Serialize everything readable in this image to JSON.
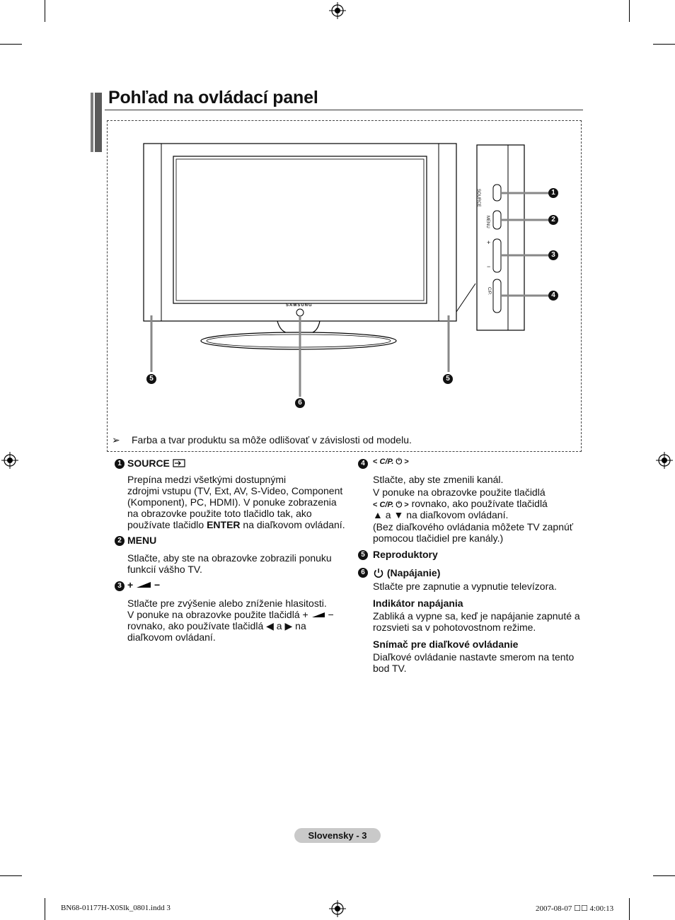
{
  "title": "Pohľad na ovládací panel",
  "tv": {
    "brand": "SAMSUNG",
    "side_labels": [
      "SOURCE",
      "MENU",
      "+",
      "−",
      "C/P."
    ],
    "callouts": [
      "1",
      "2",
      "3",
      "4",
      "5",
      "5",
      "6"
    ]
  },
  "note": "Farba a tvar produktu sa môže odlišovať v závislosti od modelu.",
  "items": {
    "source": {
      "num": "1",
      "heading": "SOURCE",
      "body": [
        "Prepína medzi všetkými dostupnými",
        "zdrojmi vstupu (TV, Ext, AV, S-Video, Component",
        "(Komponent), PC, HDMI). V ponuke zobrazenia",
        "na obrazovke použite toto tlačidlo tak, ako"
      ],
      "body_last_pre": "používate tlačidlo ",
      "body_last_bold": "ENTER",
      "body_last_post": " na diaľkovom ovládaní."
    },
    "menu": {
      "num": "2",
      "heading": "MENU",
      "body": [
        "Stlačte, aby ste na obrazovke zobrazili ponuku",
        "funkcií vášho TV."
      ]
    },
    "volume": {
      "num": "3",
      "heading_plus": "+",
      "heading_minus": "−",
      "body": [
        "Stlačte pre zvýšenie alebo zníženie hlasitosti.",
        "V ponuke na obrazovke použite tlačidlá +",
        "−",
        "rovnako, ako používate tlačidlá",
        "a",
        "na",
        "diaľkovom ovládaní."
      ]
    },
    "channel": {
      "num": "4",
      "heading": "C/P.",
      "body": [
        "Stlačte, aby ste zmenili kanál.",
        "V ponuke na obrazovke použite tlačidlá",
        "rovnako, ako používate tlačidlá",
        "a",
        "na diaľkovom ovládaní.",
        "(Bez diaľkového ovládania môžete TV zapnúť",
        "pomocou tlačidiel pre kanály.)"
      ]
    },
    "speakers": {
      "num": "5",
      "heading": "Reproduktory"
    },
    "power": {
      "num": "6",
      "heading": "(Napájanie)",
      "body": "Stlačte pre zapnutie a vypnutie televízora.",
      "indicator_title": "Indikátor napájania",
      "indicator_body": [
        "Zabliká a vypne sa, keď je napájanie zapnuté a",
        "rozsvieti sa v pohotovostnom režime."
      ],
      "sensor_title": "Snímač pre diaľkové ovládanie",
      "sensor_body": [
        "Diaľkové ovládanie nastavte smerom na tento",
        "bod TV."
      ]
    }
  },
  "footer": "Slovensky - 3",
  "slug": {
    "left": "BN68-01177H-X0Slk_0801.indd   3",
    "right": "2007-08-07   ☐☐ 4:00:13"
  }
}
